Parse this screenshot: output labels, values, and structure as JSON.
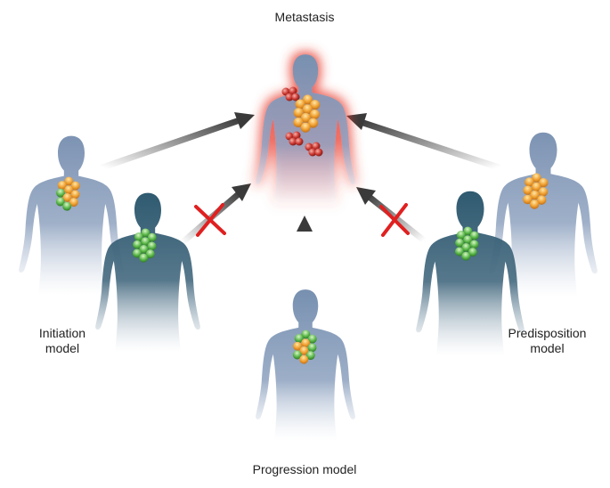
{
  "labels": {
    "metastasis": "Metastasis",
    "initiation_line1": "Initiation",
    "initiation_line2": "model",
    "progression": "Progression model",
    "predisposition_line1": "Predisposition",
    "predisposition_line2": "model"
  },
  "colors": {
    "body_light": "#7d93b3",
    "body_dark": "#2f5a70",
    "glow": "#e8392b",
    "arrow": "#3a3a3a",
    "blocked_x": "#e02020",
    "cells_orange": "#f0a030",
    "cells_green": "#5cb84a",
    "cells_red": "#c8342e"
  }
}
